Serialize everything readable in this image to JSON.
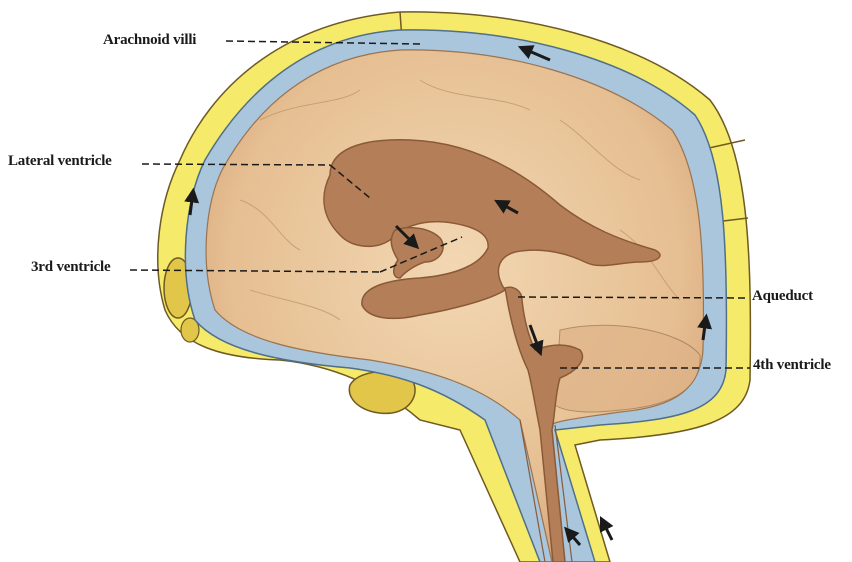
{
  "labels": {
    "arachnoid_villi": "Arachnoid villi",
    "lateral_ventricle": "Lateral ventricle",
    "third_ventricle": "3rd ventricle",
    "aqueduct": "Aqueduct",
    "fourth_ventricle": "4th ventricle"
  },
  "colors": {
    "skull_bone": "#f6ea6a",
    "bone_outline": "#6e5a22",
    "csf_space": "#a9c6dc",
    "brain_tissue": "#e8c399",
    "ventricles": "#b47f58",
    "arrows": "#1a1a1a"
  }
}
